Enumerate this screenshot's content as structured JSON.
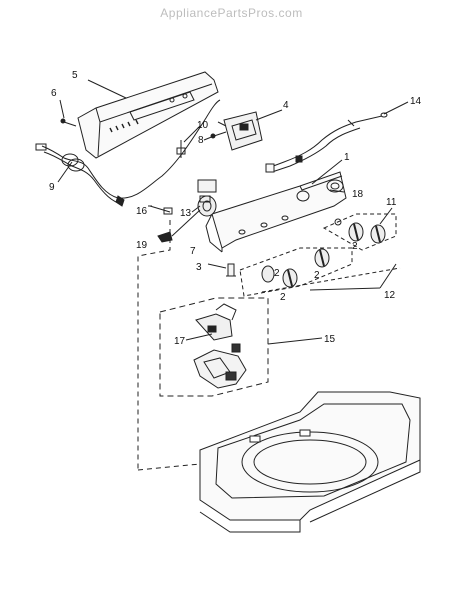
{
  "watermark": "AppliancePartsPros.com",
  "callouts": [
    {
      "id": "c1",
      "text": "1"
    },
    {
      "id": "c2a",
      "text": "2"
    },
    {
      "id": "c2b",
      "text": "2"
    },
    {
      "id": "c2c",
      "text": "2"
    },
    {
      "id": "c2d",
      "text": "2"
    },
    {
      "id": "c3",
      "text": "3"
    },
    {
      "id": "c4",
      "text": "4"
    },
    {
      "id": "c5",
      "text": "5"
    },
    {
      "id": "c6",
      "text": "6"
    },
    {
      "id": "c7",
      "text": "7"
    },
    {
      "id": "c8",
      "text": "8"
    },
    {
      "id": "c9",
      "text": "9"
    },
    {
      "id": "c10",
      "text": "10"
    },
    {
      "id": "c11",
      "text": "11"
    },
    {
      "id": "c12",
      "text": "12"
    },
    {
      "id": "c13",
      "text": "13"
    },
    {
      "id": "c14",
      "text": "14"
    },
    {
      "id": "c15",
      "text": "15"
    },
    {
      "id": "c16",
      "text": "16"
    },
    {
      "id": "c17",
      "text": "17"
    },
    {
      "id": "c18",
      "text": "18"
    },
    {
      "id": "c19",
      "text": "19"
    }
  ]
}
